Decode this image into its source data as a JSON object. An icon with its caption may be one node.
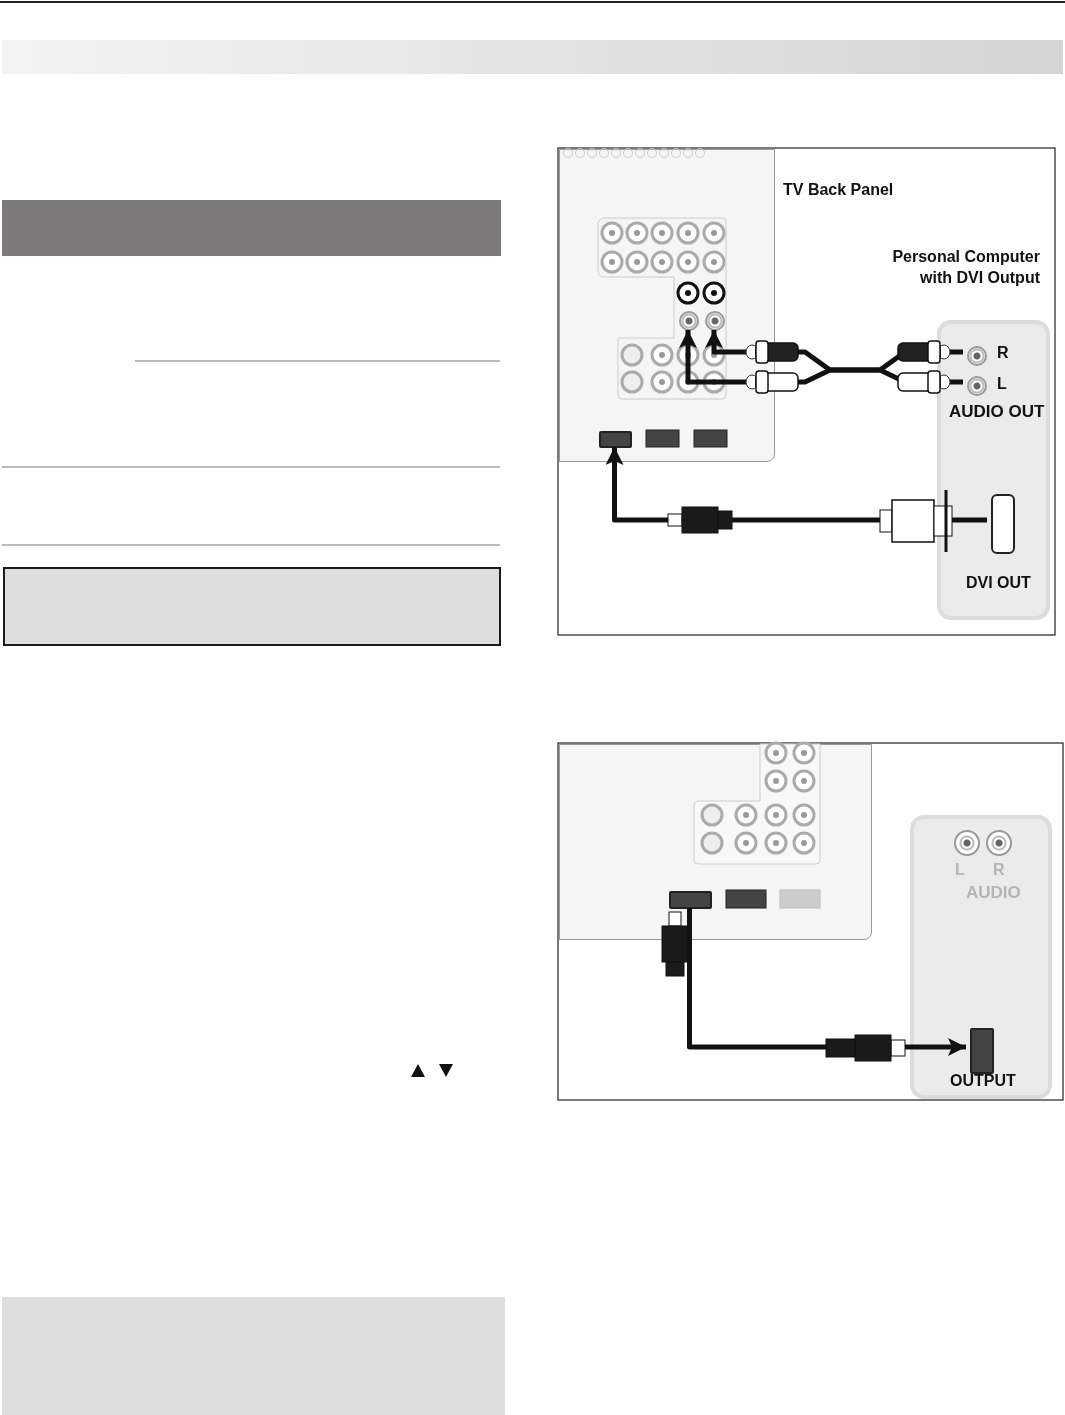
{
  "diagram": {
    "nodes": [
      {
        "text": [],
        "shape": "box"
      },
      {
        "text": [],
        "shape": "circle",
        "in": 0
      },
      {
        "text": [],
        "shape": "circle",
        "in": 0
      },
      {
        "text": [],
        "shape": "box",
        "in": 0
      },
      {
        "text": [
          "AUDIO OUT"
        ]
      },
      {
        "text": [],
        "shape": "circle",
        "in": 4,
        "beside": [
          "R"
        ]
      },
      {
        "text": [],
        "shape": "circle",
        "in": 4,
        "beside": [
          "L"
        ]
      },
      {
        "text": [],
        "shape": "box",
        "in": 4,
        "beside": [
          "DVI OUT"
        ]
      },
      {
        "text": [],
        "shape": "box"
      },
      {
        "text": [],
        "shape": "box",
        "in": 8
      },
      {
        "text": [
          "AUDIO"
        ]
      },
      {
        "text": [],
        "shape": "circle",
        "in": 10,
        "beside": [
          "L"
        ]
      },
      {
        "text": [],
        "shape": "circle",
        "in": 10,
        "beside": [
          "R"
        ]
      },
      {
        "text": [],
        "shape": "box",
        "in": 10,
        "beside": [
          "OUTPUT"
        ]
      },
      {
        "text": [],
        "shape": "bar"
      },
      {
        "text": [],
        "shape": "box"
      },
      {
        "text": [],
        "shape": "box"
      }
    ],
    "edges": [
      {
        "from": 5,
        "to": 2,
        "arrow": "to"
      },
      {
        "from": 6,
        "to": 1,
        "arrow": "to"
      },
      {
        "from": 7,
        "to": 3,
        "arrow": "to"
      },
      {
        "from": 9,
        "to": 13,
        "arrow": "to"
      }
    ],
    "labels": [
      "TV Back Panel",
      "Personal Computer with DVI Output"
    ]
  }
}
